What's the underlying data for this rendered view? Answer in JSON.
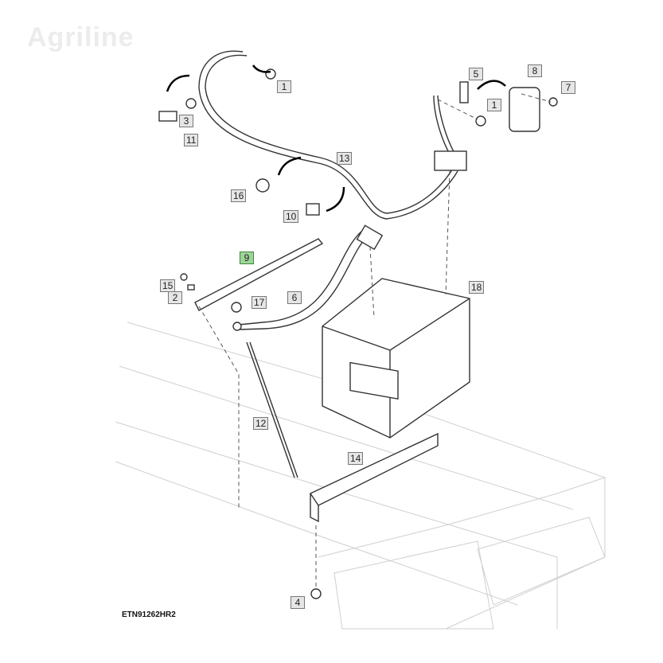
{
  "watermark": "Agriline",
  "figure_id": "ETN91262HR2",
  "callouts": [
    {
      "label": "1"
    },
    {
      "label": "3"
    },
    {
      "label": "11"
    },
    {
      "label": "5"
    },
    {
      "label": "8"
    },
    {
      "label": "7"
    },
    {
      "label": "1"
    },
    {
      "label": "13"
    },
    {
      "label": "16"
    },
    {
      "label": "10"
    },
    {
      "label": "9"
    },
    {
      "label": "15"
    },
    {
      "label": "2"
    },
    {
      "label": "17"
    },
    {
      "label": "6"
    },
    {
      "label": "18"
    },
    {
      "label": "12"
    },
    {
      "label": "14"
    },
    {
      "label": "4"
    }
  ],
  "highlight_color": "#9fd39a"
}
